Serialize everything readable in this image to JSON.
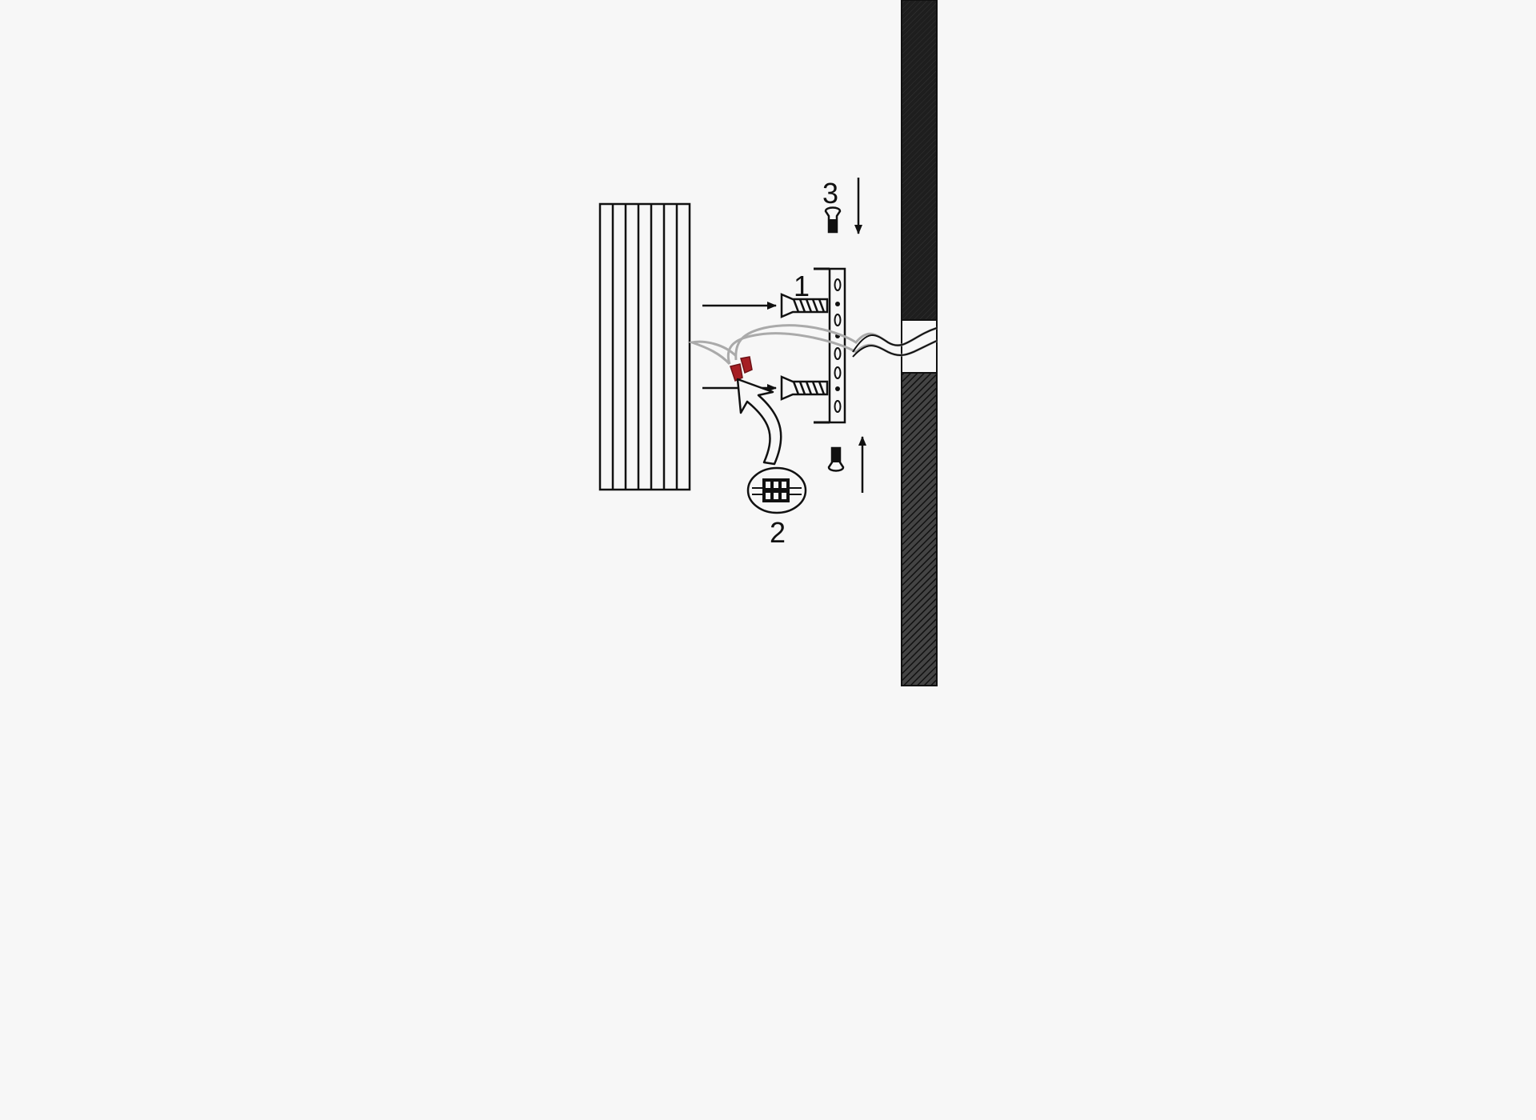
{
  "diagram": {
    "steps": [
      {
        "id": "step-1",
        "label": "1"
      },
      {
        "id": "step-2",
        "label": "2"
      },
      {
        "id": "step-3",
        "label": "3"
      }
    ]
  },
  "colors": {
    "background": "#f7f7f7",
    "ink": "#111111",
    "wall": "#1e1e1e",
    "wire": "#aaaaaa",
    "wire_nut": "#a61e24"
  },
  "icons": [
    "wall-icon",
    "lamp-shade-icon",
    "mounting-bracket-icon",
    "screw-icon",
    "wire-nut-icon",
    "wire-connector-icon",
    "direction-arrow-icon"
  ]
}
